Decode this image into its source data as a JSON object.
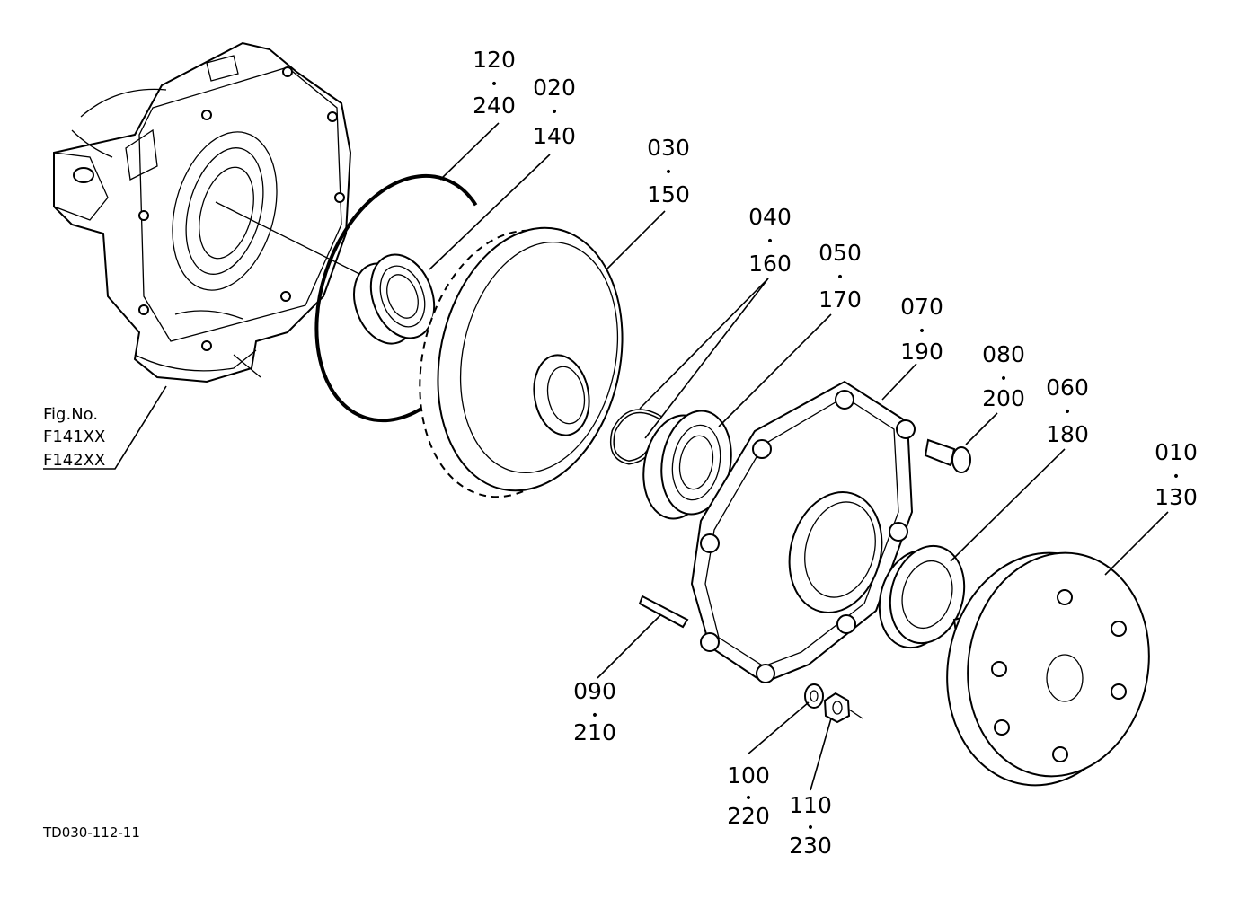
{
  "figure": {
    "label_line1": "Fig.No.",
    "label_line2": "F141XX",
    "label_line3": "F142XX",
    "drawing_code": "TD030-112-11"
  },
  "callouts": [
    {
      "id": "c120",
      "top": "120",
      "bottom": "240",
      "dot": "•"
    },
    {
      "id": "c020",
      "top": "020",
      "bottom": "140",
      "dot": "•"
    },
    {
      "id": "c030",
      "top": "030",
      "bottom": "150",
      "dot": "•"
    },
    {
      "id": "c040",
      "top": "040",
      "bottom": "160",
      "dot": "•"
    },
    {
      "id": "c050",
      "top": "050",
      "bottom": "170",
      "dot": "•"
    },
    {
      "id": "c070",
      "top": "070",
      "bottom": "190",
      "dot": "•"
    },
    {
      "id": "c080",
      "top": "080",
      "bottom": "200",
      "dot": "•"
    },
    {
      "id": "c060",
      "top": "060",
      "bottom": "180",
      "dot": "•"
    },
    {
      "id": "c010",
      "top": "010",
      "bottom": "130",
      "dot": "•"
    },
    {
      "id": "c090",
      "top": "090",
      "bottom": "210",
      "dot": "•"
    },
    {
      "id": "c100",
      "top": "100",
      "bottom": "220",
      "dot": "•"
    },
    {
      "id": "c110",
      "top": "110",
      "bottom": "230",
      "dot": "•"
    }
  ]
}
